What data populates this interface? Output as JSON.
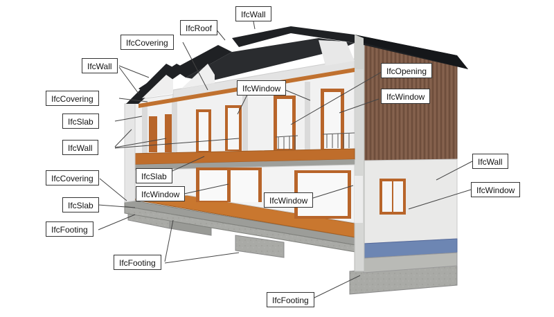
{
  "labels": {
    "ifcwall_top": "IfcWall",
    "ifcroof": "IfcRoof",
    "ifccovering_roof": "IfcCovering",
    "ifcwall_left_upper": "IfcWall",
    "ifccovering_ceiling": "IfcCovering",
    "ifcslab_upper": "IfcSlab",
    "ifcwall_left_mid": "IfcWall",
    "ifccovering_floor": "IfcCovering",
    "ifcslab_ground": "IfcSlab",
    "ifcfooting_left": "IfcFooting",
    "ifcfooting_mid": "IfcFooting",
    "ifcfooting_bottom": "IfcFooting",
    "ifcwindow_upper": "IfcWindow",
    "ifcopening": "IfcOpening",
    "ifcwindow_upper_right": "IfcWindow",
    "ifcslab_mid": "IfcSlab",
    "ifcwindow_lower_left": "IfcWindow",
    "ifcwindow_lower_mid": "IfcWindow",
    "ifcwall_right": "IfcWall",
    "ifcwindow_right": "IfcWindow"
  },
  "colors": {
    "roof": "#1f2124",
    "wall_white": "#f1f1f1",
    "wall_grey": "#d9dadb",
    "timber_cladding": "#7d5a46",
    "wood_frame": "#b8652a",
    "floor_wood": "#c9772f",
    "concrete": "#a9aaa6",
    "plinth_blue": "#6d86b3",
    "label_border": "#333333",
    "leader_line": "#444444"
  }
}
